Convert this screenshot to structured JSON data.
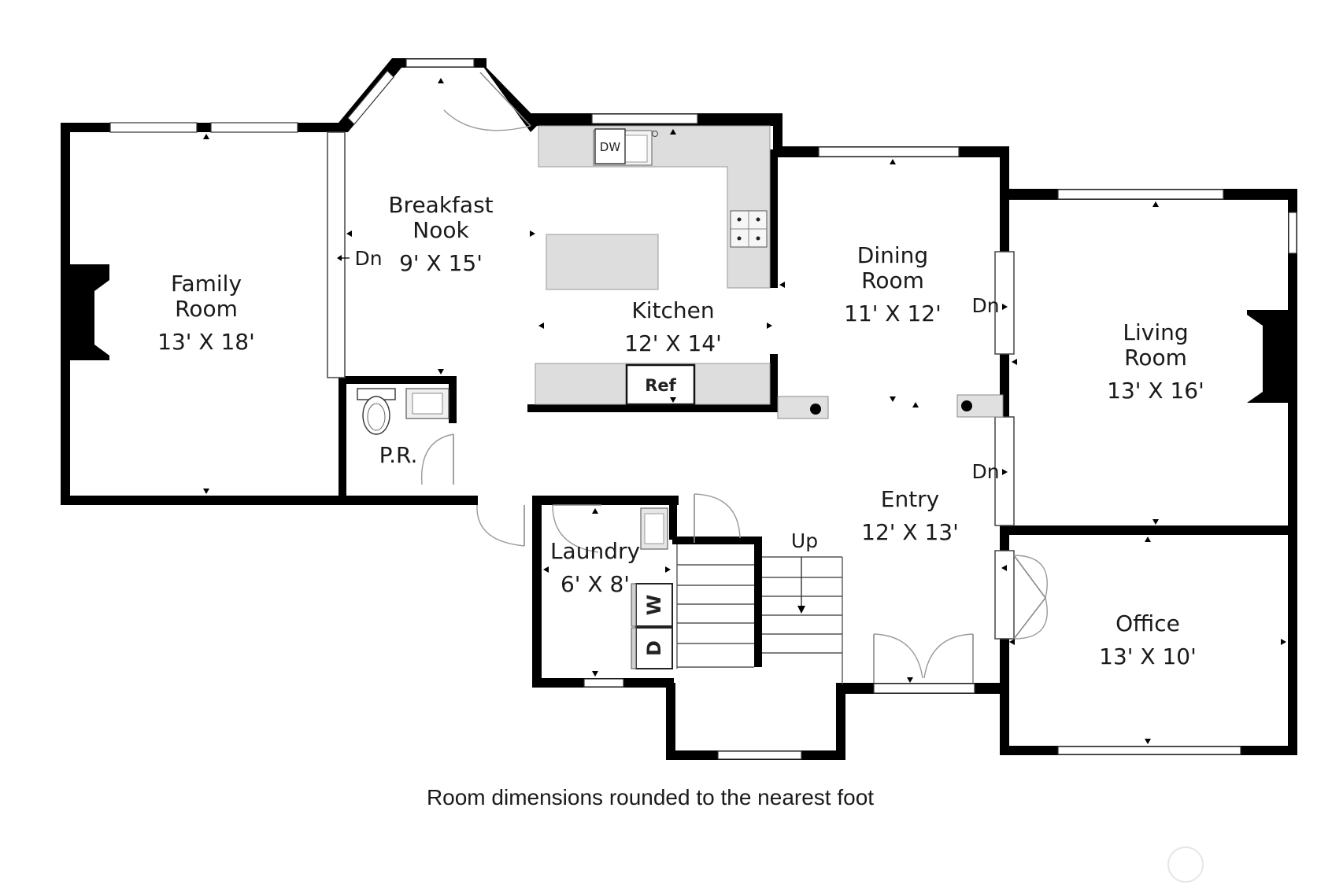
{
  "plan": {
    "rooms": {
      "family_room": {
        "name_line1": "Family",
        "name_line2": "Room",
        "dims": "13' X 18'"
      },
      "breakfast_nook": {
        "name_line1": "Breakfast",
        "name_line2": "Nook",
        "dims": "9' X 15'"
      },
      "kitchen": {
        "name": "Kitchen",
        "dims": "12' X 14'"
      },
      "dining_room": {
        "name_line1": "Dining",
        "name_line2": "Room",
        "dims": "11' X 12'"
      },
      "living_room": {
        "name_line1": "Living",
        "name_line2": "Room",
        "dims": "13' X 16'"
      },
      "entry": {
        "name": "Entry",
        "dims": "12' X 13'"
      },
      "office": {
        "name": "Office",
        "dims": "13' X 10'"
      },
      "laundry": {
        "name": "Laundry",
        "dims": "6' X 8'"
      },
      "powder_room": {
        "name": "P.R."
      }
    },
    "labels": {
      "down": "Dn",
      "up": "Up",
      "fireplace": "FP",
      "dishwasher": "DW",
      "refrigerator": "Ref",
      "washer": "W",
      "dryer": "D"
    },
    "footnote": "Room dimensions rounded to the nearest foot"
  }
}
